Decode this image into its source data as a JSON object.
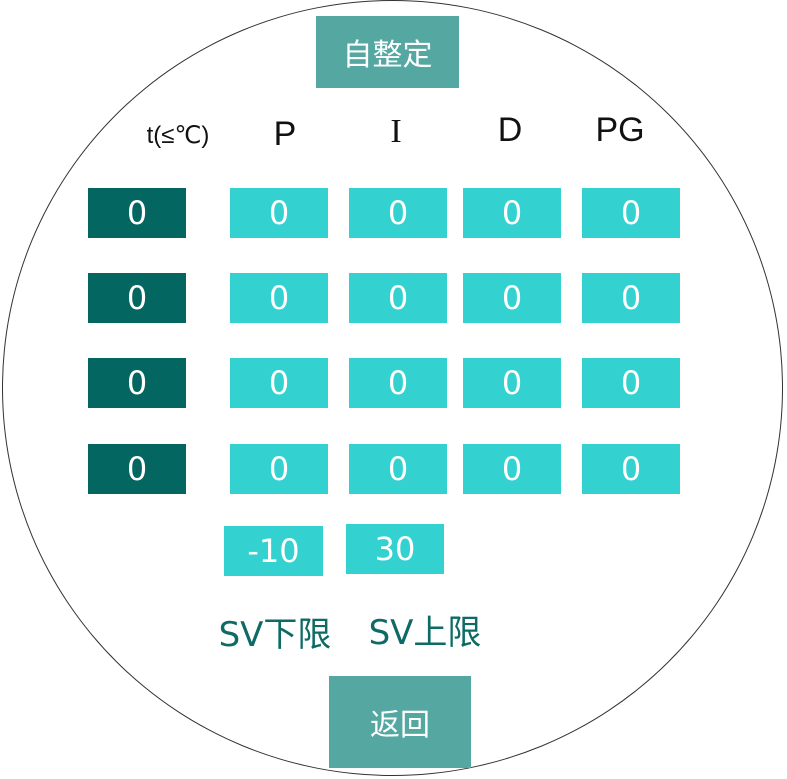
{
  "buttons": {
    "autotune": "自整定",
    "back": "返回"
  },
  "headers": {
    "t": "t(≤℃)",
    "p": "P",
    "i": "I",
    "d": "D",
    "pg": "PG"
  },
  "rows": [
    {
      "t": "0",
      "p": "0",
      "i": "0",
      "d": "0",
      "pg": "0"
    },
    {
      "t": "0",
      "p": "0",
      "i": "0",
      "d": "0",
      "pg": "0"
    },
    {
      "t": "0",
      "p": "0",
      "i": "0",
      "d": "0",
      "pg": "0"
    },
    {
      "t": "0",
      "p": "0",
      "i": "0",
      "d": "0",
      "pg": "0"
    }
  ],
  "sv": {
    "low_value": "-10",
    "high_value": "30",
    "low_label": "SV下限",
    "high_label": "SV上限"
  }
}
